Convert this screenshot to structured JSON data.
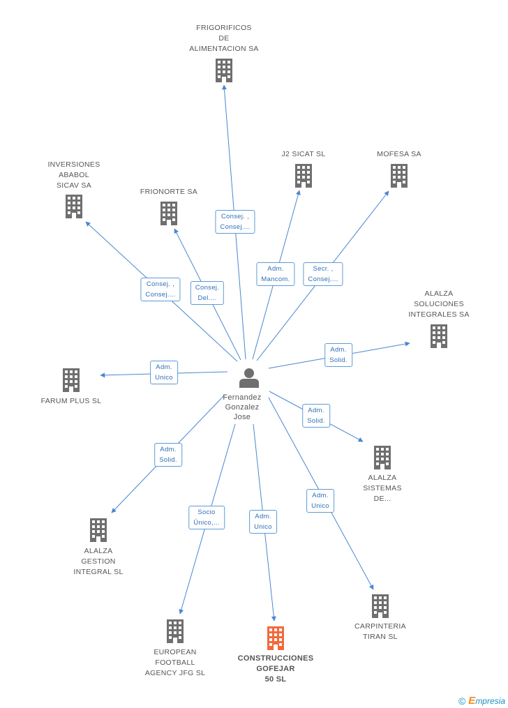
{
  "colors": {
    "edge": "#4a86d0",
    "building": "#6f6f6f",
    "building_focus": "#f26a3c",
    "person": "#6f6f6f"
  },
  "person": {
    "icon": "person-icon",
    "name_lines": [
      "Fernandez",
      "Gonzalez",
      "Jose"
    ]
  },
  "companies": [
    {
      "id": "frigorificos",
      "lines": [
        "FRIGORIFICOS",
        "DE",
        "ALIMENTACION SA"
      ],
      "focus": false
    },
    {
      "id": "j2sicat",
      "lines": [
        "J2 SICAT SL"
      ],
      "focus": false
    },
    {
      "id": "mofesa",
      "lines": [
        "MOFESA SA"
      ],
      "focus": false
    },
    {
      "id": "inversiones",
      "lines": [
        "INVERSIONES",
        "ABABOL",
        "SICAV SA"
      ],
      "focus": false
    },
    {
      "id": "frionorte",
      "lines": [
        "FRIONORTE SA"
      ],
      "focus": false
    },
    {
      "id": "alalza-soluciones",
      "lines": [
        "ALALZA",
        "SOLUCIONES",
        "INTEGRALES SA"
      ],
      "focus": false
    },
    {
      "id": "farum",
      "lines": [
        "FARUM PLUS SL"
      ],
      "focus": false
    },
    {
      "id": "alalza-sistemas",
      "lines": [
        "ALALZA",
        "SISTEMAS",
        "DE..."
      ],
      "focus": false
    },
    {
      "id": "alalza-gestion",
      "lines": [
        "ALALZA",
        "GESTION",
        "INTEGRAL SL"
      ],
      "focus": false
    },
    {
      "id": "carpinteria",
      "lines": [
        "CARPINTERIA",
        "TIRAN SL"
      ],
      "focus": false
    },
    {
      "id": "european",
      "lines": [
        "EUROPEAN",
        "FOOTBALL",
        "AGENCY JFG SL"
      ],
      "focus": false
    },
    {
      "id": "construcciones",
      "lines": [
        "CONSTRUCCIONES",
        "GOFEJAR",
        "50 SL"
      ],
      "focus": true
    }
  ],
  "edges": [
    {
      "to": "frigorificos",
      "lines": [
        "Consej. ,",
        "Consej...."
      ]
    },
    {
      "to": "j2sicat",
      "lines": [
        "Adm.",
        "Mancom."
      ]
    },
    {
      "to": "mofesa",
      "lines": [
        "Secr. ,",
        "Consej...."
      ]
    },
    {
      "to": "inversiones",
      "lines": [
        "Consej. ,",
        "Consej...."
      ]
    },
    {
      "to": "frionorte",
      "lines": [
        "Consej.",
        "Del...."
      ]
    },
    {
      "to": "alalza-soluciones",
      "lines": [
        "Adm.",
        "Solid."
      ]
    },
    {
      "to": "farum",
      "lines": [
        "Adm.",
        "Unico"
      ]
    },
    {
      "to": "alalza-sistemas",
      "lines": [
        "Adm.",
        "Solid."
      ]
    },
    {
      "to": "alalza-gestion",
      "lines": [
        "Adm.",
        "Solid."
      ]
    },
    {
      "to": "carpinteria",
      "lines": [
        "Adm.",
        "Unico"
      ]
    },
    {
      "to": "european",
      "lines": [
        "Socio",
        "Único,..."
      ]
    },
    {
      "to": "construcciones",
      "lines": [
        "Adm.",
        "Unico"
      ]
    }
  ],
  "brand": {
    "copyright": "©",
    "name": "mpresia",
    "initial": "E"
  }
}
